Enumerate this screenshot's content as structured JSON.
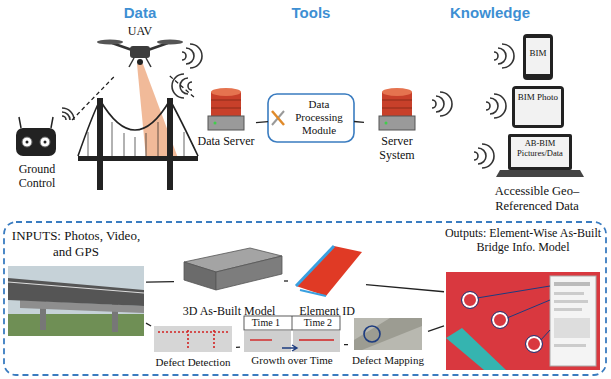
{
  "diagram": {
    "nodes": [
      {
        "text": [
          "UAV"
        ]
      },
      {
        "text": [
          "Ground Control"
        ]
      },
      {
        "text": [
          "Data Server"
        ]
      },
      {
        "text": [
          "Data Processing Module"
        ]
      },
      {
        "text": [
          "Server System"
        ]
      },
      {
        "text": [
          "BIM"
        ]
      },
      {
        "text": [
          "BIM Photo"
        ]
      },
      {
        "text": [
          "AB-BIM Pictures/Data"
        ]
      },
      {
        "text": [
          "INPUTS: Photos, Video, and GPS"
        ]
      },
      {
        "text": [
          "3D As-Built Model"
        ]
      },
      {
        "text": [
          "Element ID"
        ]
      },
      {
        "text": [
          "Outputs: Element-Wise As-Built Bridge Info. Model"
        ]
      },
      {
        "text": [
          "Defect Detection"
        ]
      },
      {
        "text": [
          "Time 1",
          "Time 2",
          "Growth over Time"
        ]
      },
      {
        "text": [
          "Defect Mapping"
        ]
      }
    ],
    "edges": [
      {
        "from": 1,
        "to": 0,
        "arrow": "none"
      },
      {
        "from": 0,
        "to": 2,
        "arrow": "none"
      },
      {
        "from": 2,
        "to": 3,
        "arrow": "none"
      },
      {
        "from": 3,
        "to": 4,
        "arrow": "none"
      },
      {
        "from": 8,
        "to": 9,
        "arrow": "none"
      },
      {
        "from": 9,
        "to": 10,
        "arrow": "none"
      },
      {
        "from": 10,
        "to": 11,
        "arrow": "none"
      },
      {
        "from": 8,
        "to": 12,
        "arrow": "none"
      },
      {
        "from": 12,
        "to": 13,
        "arrow": "none"
      },
      {
        "from": 13,
        "to": 14,
        "arrow": "none"
      },
      {
        "from": 14,
        "to": 11,
        "arrow": "none"
      }
    ],
    "labels": [
      "Data",
      "Tools",
      "Knowledge",
      "Accessible Geo–Referenced Data"
    ]
  }
}
